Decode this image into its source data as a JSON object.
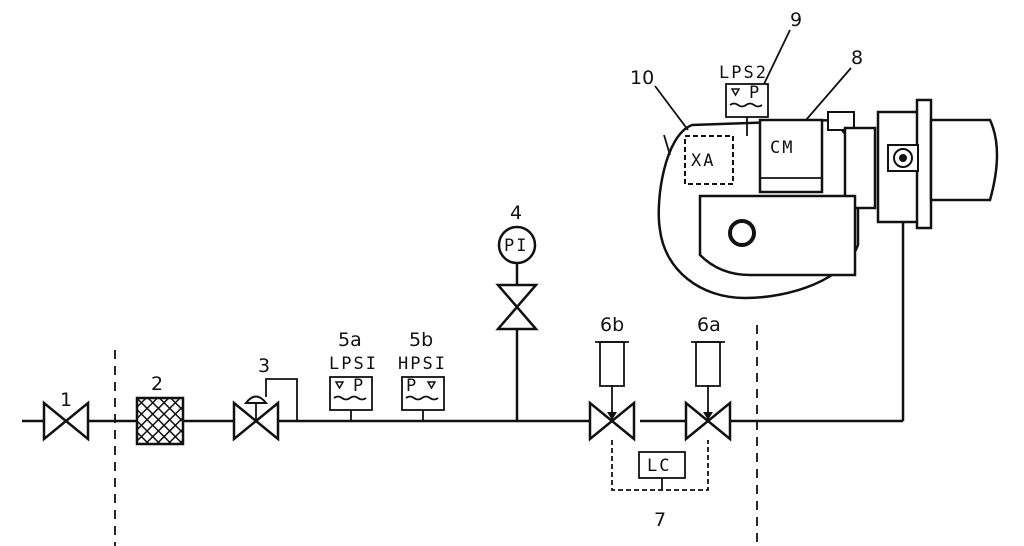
{
  "labels": {
    "n1": "1",
    "n2": "2",
    "n3": "3",
    "n4": "4",
    "pi": "PI",
    "n5a": "5a",
    "lps1": "LPSI",
    "n5b": "5b",
    "hps1": "HPSI",
    "n6b": "6b",
    "n6a": "6a",
    "lc": "LC",
    "n7": "7",
    "n8": "8",
    "cm": "CM",
    "n9": "9",
    "lps2": "LPS2",
    "n10": "10",
    "xa": "XA",
    "p_lps1": "P",
    "p_hps1": "P",
    "p_lps2": "P"
  }
}
